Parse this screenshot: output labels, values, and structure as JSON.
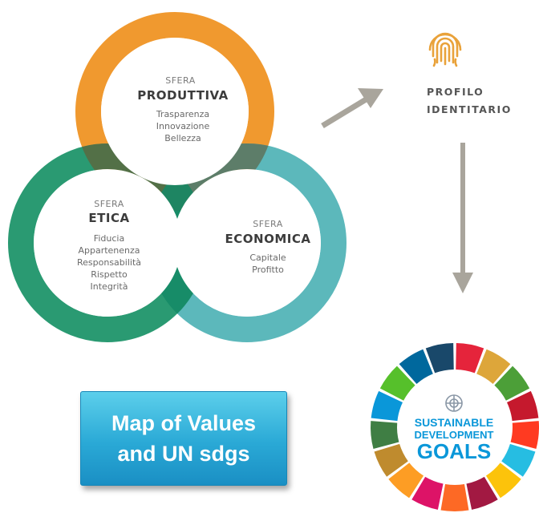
{
  "spheres": {
    "produttiva": {
      "prefix": "SFERA",
      "name": "PRODUTTIVA",
      "values": [
        "Trasparenza",
        "Innovazione",
        "Bellezza"
      ],
      "color": "#f0992f"
    },
    "etica": {
      "prefix": "SFERA",
      "name": "ETICA",
      "values": [
        "Fiducia",
        "Appartenenza",
        "Responsabilità",
        "Rispetto",
        "Integrità"
      ],
      "color": "#2a9a72"
    },
    "economica": {
      "prefix": "SFERA",
      "name": "ECONOMICA",
      "values": [
        "Capitale",
        "Profitto"
      ],
      "color": "#5cb8bb"
    }
  },
  "profile": {
    "line1": "PROFILO",
    "line2": "IDENTITARIO",
    "icon": "fingerprint-icon",
    "icon_color": "#e9a23a"
  },
  "sdg": {
    "line1": "SUSTAINABLE",
    "line2": "DEVELOPMENT",
    "line3": "GOALS",
    "icon": "un-emblem-icon",
    "text_color": "#0a97d9"
  },
  "map_box": {
    "line1": "Map of Values",
    "line2": "and UN sdgs",
    "color": "#2aa9d6"
  },
  "arrow_color": "#a9a59c",
  "sdg_colors": [
    "#e5243b",
    "#dda63a",
    "#4c9f38",
    "#c5192d",
    "#ff3a21",
    "#26bde2",
    "#fcc30b",
    "#a21942",
    "#fd6925",
    "#dd1367",
    "#fd9d24",
    "#bf8b2e",
    "#3f7e44",
    "#0a97d9",
    "#56c02b",
    "#00689d",
    "#19486a"
  ]
}
